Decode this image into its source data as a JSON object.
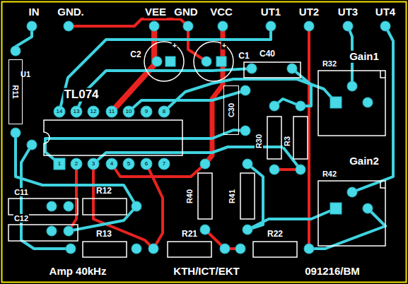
{
  "diagram": {
    "nodes": [
      {
        "text": [
          "R11"
        ]
      },
      {
        "text": [
          "C30"
        ]
      }
    ],
    "labels": [
      "IN",
      "GND.",
      "VEE",
      "GND",
      "VCC",
      "UT1",
      "UT2",
      "UT3",
      "UT4",
      "C2",
      "C1",
      "C40",
      "+",
      "+",
      "Gain1",
      "R32",
      "U1",
      "TL074",
      "R30",
      "R3",
      "Gain2",
      "R42",
      "R40",
      "R41",
      "C11",
      "R12",
      "C12",
      "R13",
      "R21",
      "R22",
      "Amp 40kHz",
      "KTH/ICT/EKT",
      "091216/BM",
      "14",
      "13",
      "12",
      "11",
      "10",
      "9",
      "8",
      "1",
      "2",
      "3",
      "4",
      "5",
      "6",
      "7"
    ]
  }
}
